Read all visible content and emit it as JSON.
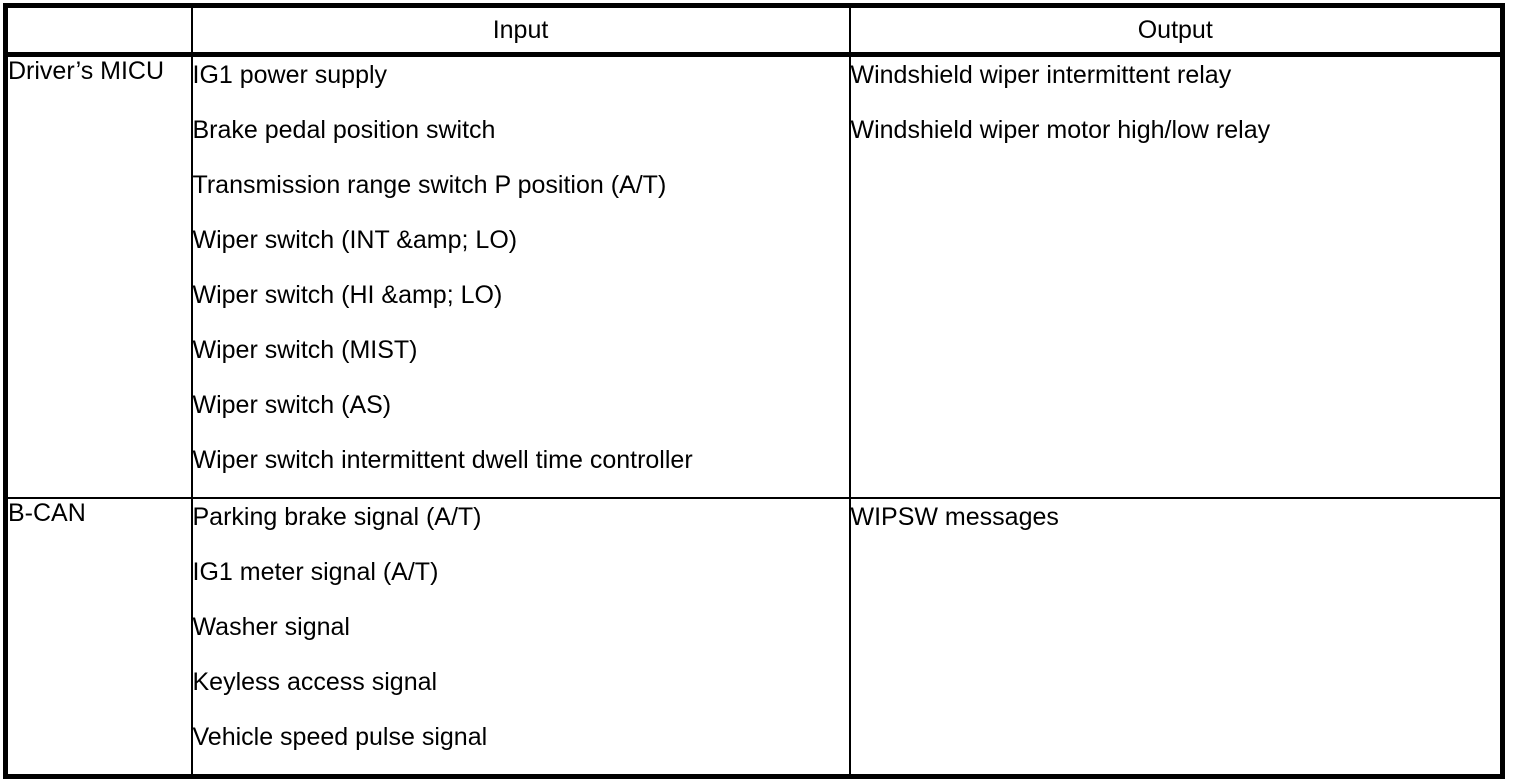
{
  "table": {
    "columns": {
      "device_header": "",
      "input_header": "Input",
      "output_header": "Output"
    },
    "rows": [
      {
        "device": "Driver’s MICU",
        "inputs": [
          "IG1 power supply",
          "Brake pedal position switch",
          "Transmission range switch P position (A/T)",
          "Wiper switch (INT &amp; LO)",
          "Wiper switch (HI &amp; LO)",
          "Wiper switch (MIST)",
          "Wiper switch (AS)",
          "Wiper switch intermittent dwell time controller"
        ],
        "outputs": [
          "Windshield wiper intermittent relay",
          "Windshield wiper motor high/low relay"
        ]
      },
      {
        "device": "B-CAN",
        "inputs": [
          "Parking brake signal (A/T)",
          "IG1 meter signal (A/T)",
          "Washer signal",
          "Keyless access signal",
          "Vehicle speed pulse signal"
        ],
        "outputs": [
          "WIPSW messages"
        ]
      }
    ]
  },
  "colors": {
    "border": "#000000",
    "text": "#000000",
    "background": "#ffffff"
  }
}
